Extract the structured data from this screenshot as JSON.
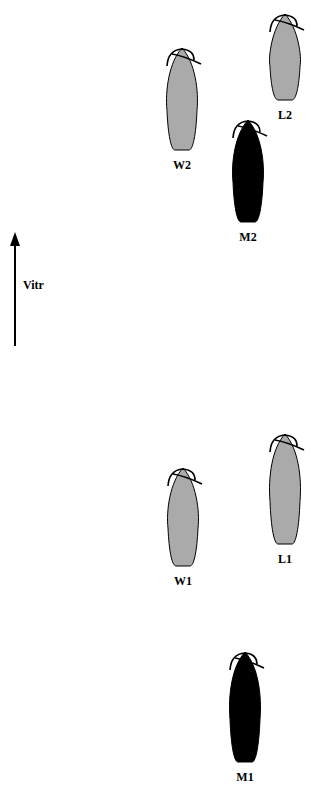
{
  "diagram": {
    "nodes": [
      {
        "text": [
          "L2"
        ]
      },
      {
        "text": [
          "W2"
        ]
      },
      {
        "text": [
          "M2"
        ]
      },
      {
        "text": [
          "L1"
        ]
      },
      {
        "text": [
          "W1"
        ]
      },
      {
        "text": [
          "M1"
        ]
      }
    ],
    "labels": [
      "Vitr"
    ]
  }
}
